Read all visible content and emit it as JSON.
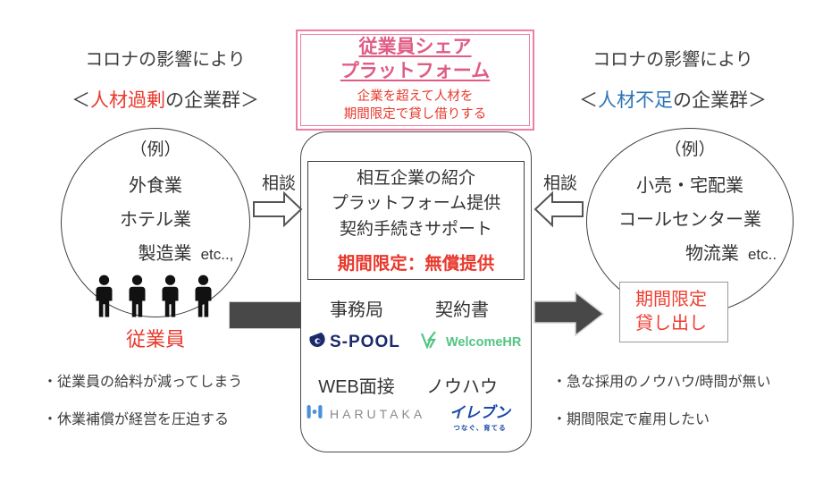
{
  "platform": {
    "title_line1": "従業員シェア",
    "title_line2": "プラットフォーム",
    "subtitle_line1": "企業を超えて人材を",
    "subtitle_line2": "期間限定で貸し借りする"
  },
  "left": {
    "header1": "コロナの影響により",
    "bracket_open": "＜",
    "highlight": "人材過剰",
    "bracket_rest": "の企業群＞",
    "circle": {
      "example": "（例）",
      "items": [
        "外食業",
        "ホテル業",
        "製造業"
      ],
      "etc": "etc..,"
    },
    "workers_label": "従業員",
    "consult_label": "相談",
    "pains": [
      "・従業員の給料が減ってしまう",
      "・休業補償が経営を圧迫する"
    ]
  },
  "right": {
    "header1": "コロナの影響により",
    "bracket_open": "＜",
    "highlight": "人材不足",
    "bracket_rest": "の企業群＞",
    "circle": {
      "example": "（例）",
      "items": [
        "小売・宅配業",
        "コールセンター業",
        "物流業"
      ],
      "etc": "etc.."
    },
    "lend_box": {
      "line1": "期間限定",
      "line2": "貸し出し"
    },
    "consult_label": "相談",
    "pains": [
      "・急な採用のノウハウ/時間が無い",
      "・期間限定で雇用したい"
    ]
  },
  "center": {
    "services": [
      "相互企業の紹介",
      "プラットフォーム提供",
      "契約手続きサポート"
    ],
    "free_offer": "期間限定：無償提供",
    "cells": {
      "admin": "事務局",
      "contract": "契約書",
      "interview": "WEB面接",
      "knowhow": "ノウハウ"
    },
    "logos": {
      "spool": "S-POOL",
      "welcomehr": "WelcomeHR",
      "harutaka": "HARUTAKA",
      "eleven": "イレブン",
      "eleven_sub": "つなぐ、育てる"
    }
  },
  "colors": {
    "pink_border": "#ec7fa3",
    "pink_title": "#e05c85",
    "red": "#e8392d",
    "lend_red": "#ef4035",
    "blue": "#2e75b6",
    "spool_navy": "#1b2a6b",
    "welcomehr_green": "#52c483",
    "harutaka_blue": "#4a90d9",
    "eleven_blue": "#1a49a9",
    "thick_arrow": "#484848"
  }
}
